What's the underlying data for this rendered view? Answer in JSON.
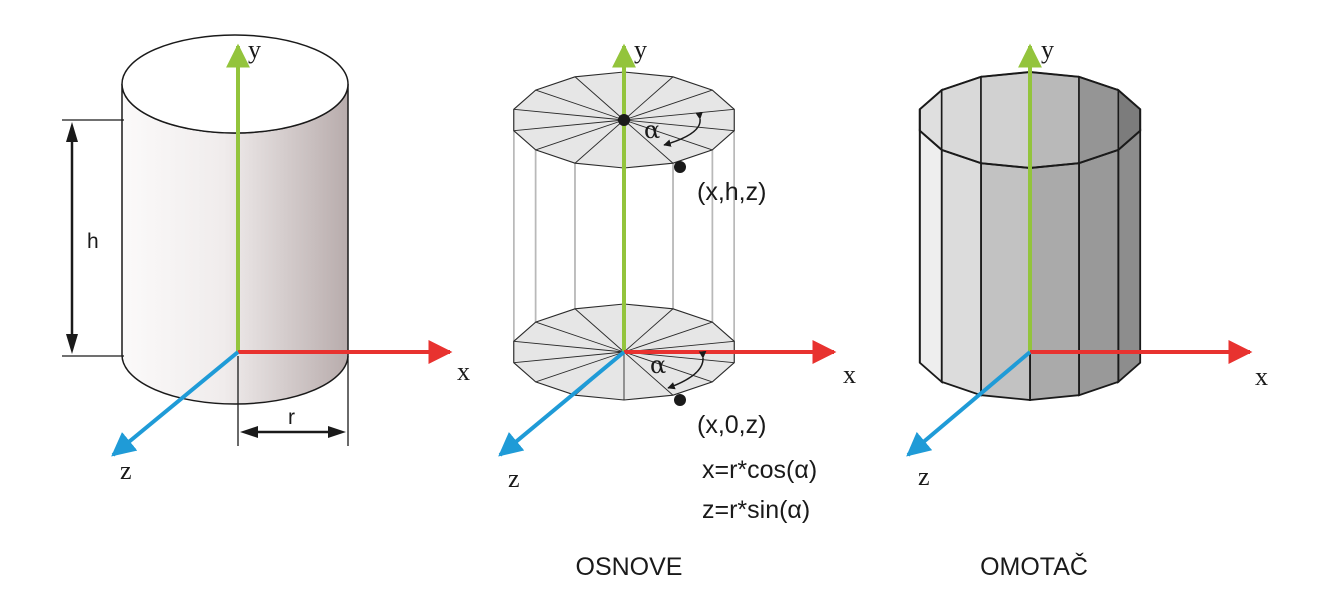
{
  "colors": {
    "x_axis": "#e8322f",
    "y_axis": "#93c43c",
    "z_axis": "#1f9bd7",
    "cap_fill": "#e6e6e6",
    "outline": "#1a1a1a"
  },
  "panel1": {
    "axis_x": "x",
    "axis_y": "y",
    "axis_z": "z",
    "height_label": "h",
    "radius_label": "r"
  },
  "panel2": {
    "axis_x": "x",
    "axis_y": "y",
    "axis_z": "z",
    "angle_top": "α",
    "angle_bottom": "α",
    "point_top": "(x,h,z)",
    "point_bottom": "(x,0,z)",
    "formula_x": "x=r*cos(α)",
    "formula_z": "z=r*sin(α)",
    "caption": "OSNOVE"
  },
  "panel3": {
    "axis_x": "x",
    "axis_y": "y",
    "axis_z": "z",
    "caption": "OMOTAČ"
  }
}
